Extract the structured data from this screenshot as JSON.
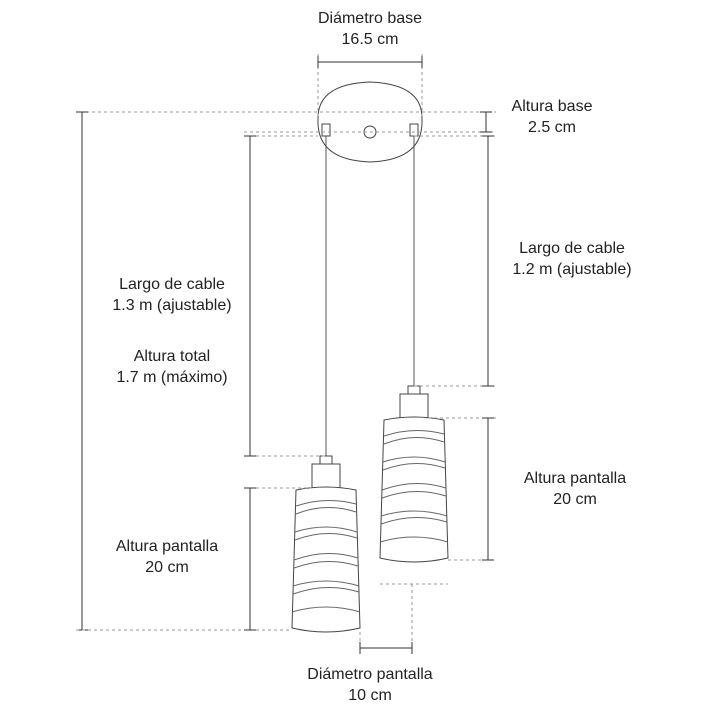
{
  "labels": {
    "base_diameter": {
      "line1": "Diámetro base",
      "line2": "16.5 cm"
    },
    "base_height": {
      "line1": "Altura base",
      "line2": "2.5 cm"
    },
    "cable_right": {
      "line1": "Largo de cable",
      "line2": "1.2 m (ajustable)"
    },
    "cable_left": {
      "line1": "Largo de cable",
      "line2": "1.3 m (ajustable)"
    },
    "total_height": {
      "line1": "Altura total",
      "line2": "1.7 m (máximo)"
    },
    "shade_height_right": {
      "line1": "Altura pantalla",
      "line2": "20 cm"
    },
    "shade_height_left": {
      "line1": "Altura pantalla",
      "line2": "20 cm"
    },
    "shade_diameter": {
      "line1": "Diámetro pantalla",
      "line2": "10 cm"
    }
  },
  "colors": {
    "line": "#333333",
    "guide": "#9a9a9a",
    "text": "#222222"
  }
}
